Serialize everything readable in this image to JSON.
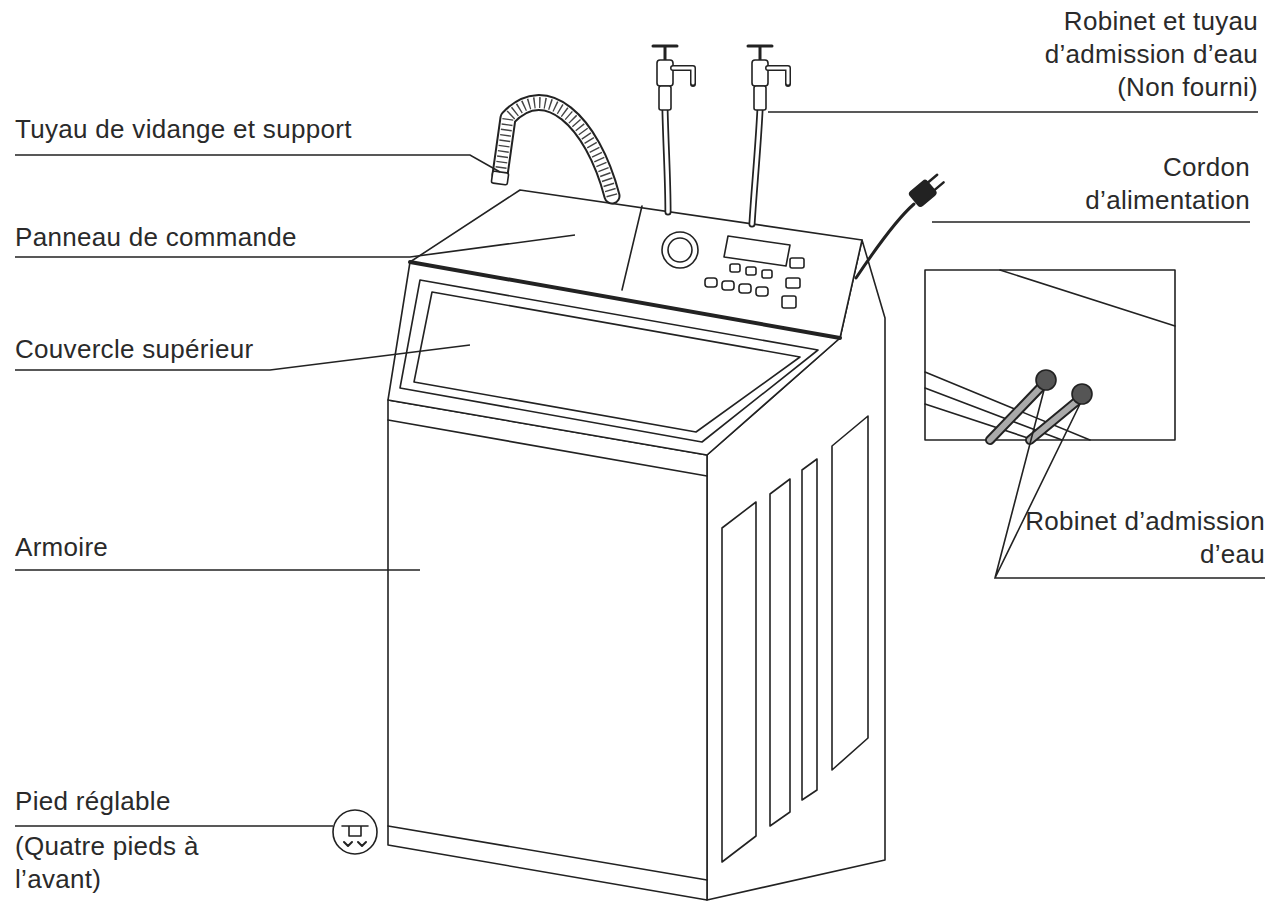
{
  "diagram": {
    "labels": [
      "Tuyau de vidange et support",
      "Robinet et tuyau d’admission d’eau (Non fourni)",
      "Cordon d’alimentation",
      "Panneau de commande",
      "Couvercle supérieur",
      "Robinet d’admission d’eau",
      "Armoire",
      "Pied réglable",
      "(Quatre pieds à l’avant)"
    ]
  }
}
